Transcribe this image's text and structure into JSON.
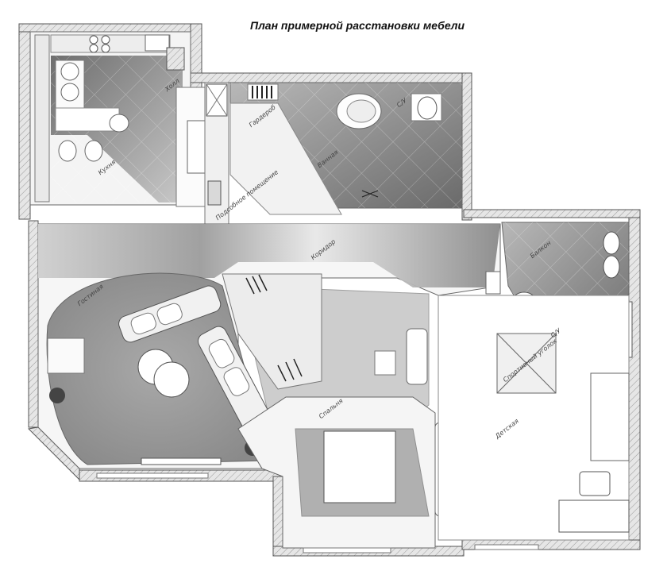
{
  "title": "План примерной расстановки мебели",
  "rooms": {
    "kitchen": "Кухня",
    "hall": "Холл",
    "wardrobe": "Гардероб",
    "bathroom": "Ванная",
    "utility": "Подсобное помещение",
    "corridor": "Коридор",
    "living": "Гостиная",
    "bedroom": "Спальня",
    "balcony": "Балкон",
    "children": "Детская",
    "sport": "Спортивный уголок",
    "wc1": "С/У",
    "wc2": "С/У"
  }
}
